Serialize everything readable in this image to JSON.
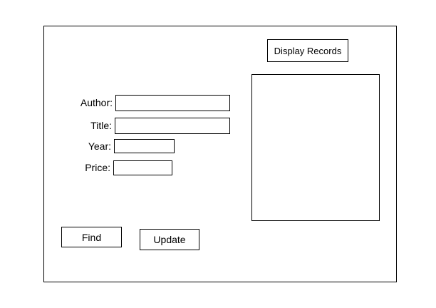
{
  "toolbar": {
    "display_records_label": "Display Records"
  },
  "form": {
    "fields": [
      {
        "id": "author",
        "label": "Author:",
        "value": ""
      },
      {
        "id": "title",
        "label": "Title:",
        "value": ""
      },
      {
        "id": "year",
        "label": "Year:",
        "value": ""
      },
      {
        "id": "price",
        "label": "Price:",
        "value": ""
      }
    ]
  },
  "actions": [
    {
      "id": "find",
      "label": "Find"
    },
    {
      "id": "update",
      "label": "Update"
    }
  ],
  "records_list": {
    "items": []
  },
  "colors": {
    "border": "#000000",
    "background": "#ffffff",
    "text": "#000000"
  }
}
